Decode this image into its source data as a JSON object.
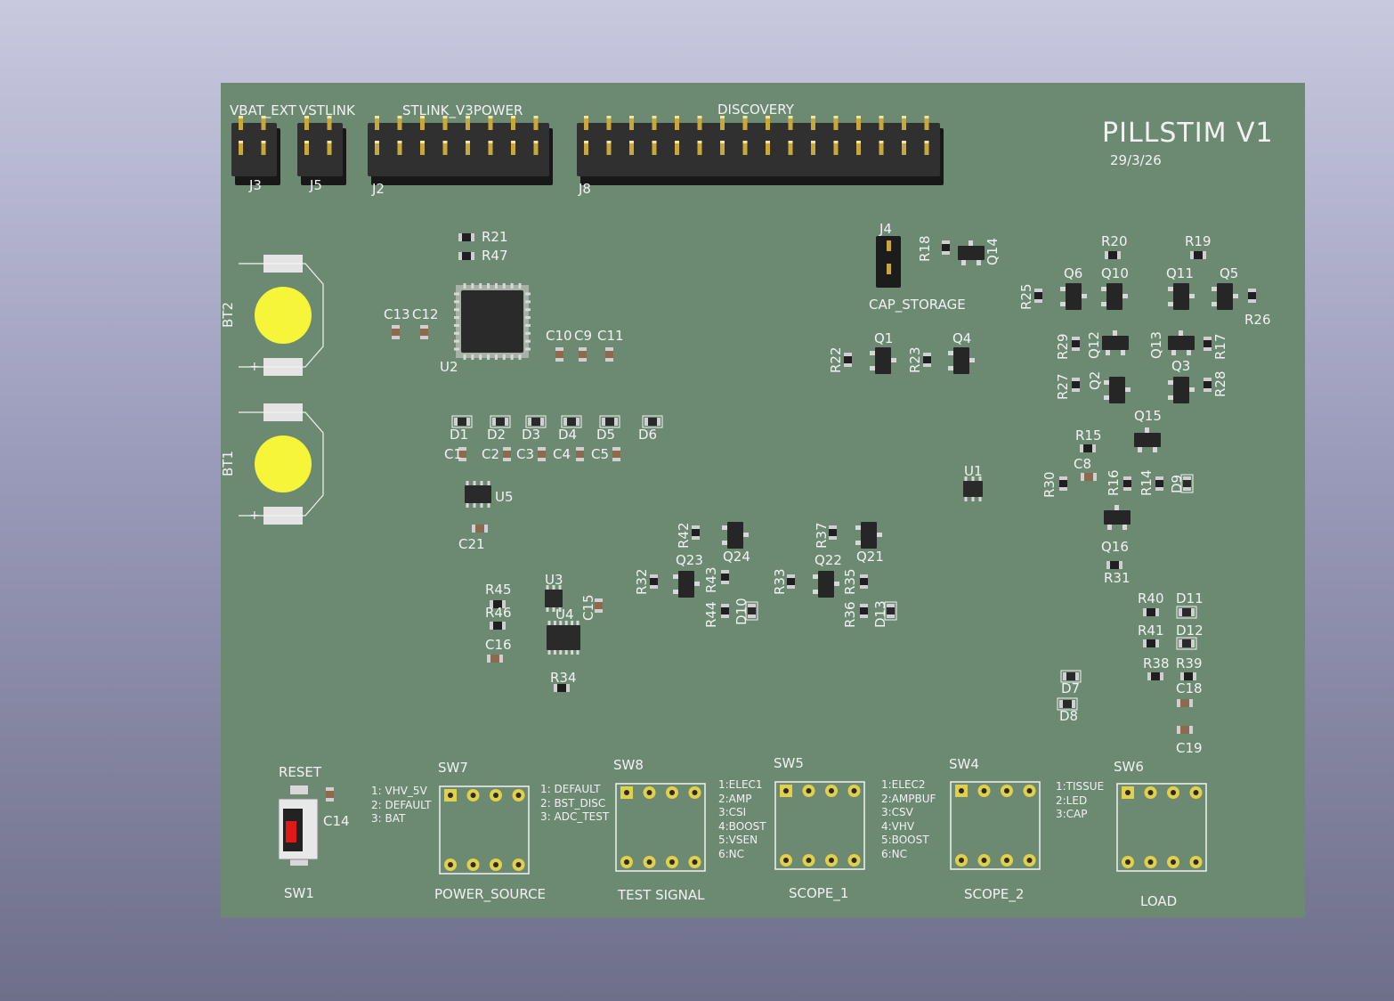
{
  "board": {
    "title": "PILLSTIM V1",
    "date": "29/3/26",
    "colors": {
      "background_top": "#c8c9df",
      "background_bottom": "#6e6f88",
      "pcb": "#6c8a72",
      "silkscreen": "#f2f2f2",
      "battery": "#f6f53a",
      "pad_gold": "#c8a83a"
    }
  },
  "connectors": [
    {
      "ref": "J3",
      "name": "VBAT_EXT"
    },
    {
      "ref": "J5",
      "name": "VSTLINK"
    },
    {
      "ref": "J2",
      "name": "STLINK_V3POWER"
    },
    {
      "ref": "J8",
      "name": "DISCOVERY"
    },
    {
      "ref": "J4",
      "name": "CAP_STORAGE"
    }
  ],
  "batteries": [
    "BT2",
    "BT1"
  ],
  "ics": [
    "U1",
    "U2",
    "U3",
    "U4",
    "U5"
  ],
  "transistors": [
    "Q1",
    "Q2",
    "Q3",
    "Q4",
    "Q5",
    "Q6",
    "Q10",
    "Q11",
    "Q12",
    "Q13",
    "Q14",
    "Q15",
    "Q16",
    "Q21",
    "Q22",
    "Q23",
    "Q24"
  ],
  "capacitors": [
    "C1",
    "C2",
    "C3",
    "C4",
    "C5",
    "C8",
    "C9",
    "C10",
    "C11",
    "C12",
    "C13",
    "C14",
    "C15",
    "C16",
    "C18",
    "C19",
    "C21"
  ],
  "diodes": [
    "D1",
    "D2",
    "D3",
    "D4",
    "D5",
    "D6",
    "D7",
    "D8",
    "D9",
    "D10",
    "D11",
    "D12",
    "D13"
  ],
  "resistors": [
    "R14",
    "R15",
    "R16",
    "R17",
    "R18",
    "R19",
    "R20",
    "R21",
    "R22",
    "R23",
    "R25",
    "R26",
    "R27",
    "R28",
    "R29",
    "R30",
    "R31",
    "R32",
    "R33",
    "R34",
    "R35",
    "R36",
    "R37",
    "R38",
    "R39",
    "R40",
    "R41",
    "R42",
    "R43",
    "R44",
    "R45",
    "R46",
    "R47"
  ],
  "switches": [
    {
      "ref": "SW1",
      "name": "RESET"
    },
    {
      "ref": "SW7",
      "name": "POWER_SOURCE",
      "options": [
        "1: VHV_5V",
        "2: DEFAULT",
        "3: BAT"
      ]
    },
    {
      "ref": "SW8",
      "name": "TEST SIGNAL",
      "options": [
        "1: DEFAULT",
        "2: BST_DISC",
        "3: ADC_TEST"
      ]
    },
    {
      "ref": "SW5",
      "name": "SCOPE_1",
      "options": [
        "1:ELEC1",
        "2:AMP",
        "3:CSI",
        "4:BOOST",
        "5:VSEN",
        "6:NC"
      ]
    },
    {
      "ref": "SW4",
      "name": "SCOPE_2",
      "options": [
        "1:ELEC2",
        "2:AMPBUF",
        "3:CSV",
        "4:VHV",
        "5:BOOST",
        "6:NC"
      ]
    },
    {
      "ref": "SW6",
      "name": "LOAD",
      "options": [
        "1:TISSUE",
        "2:LED",
        "3:CAP"
      ]
    }
  ]
}
